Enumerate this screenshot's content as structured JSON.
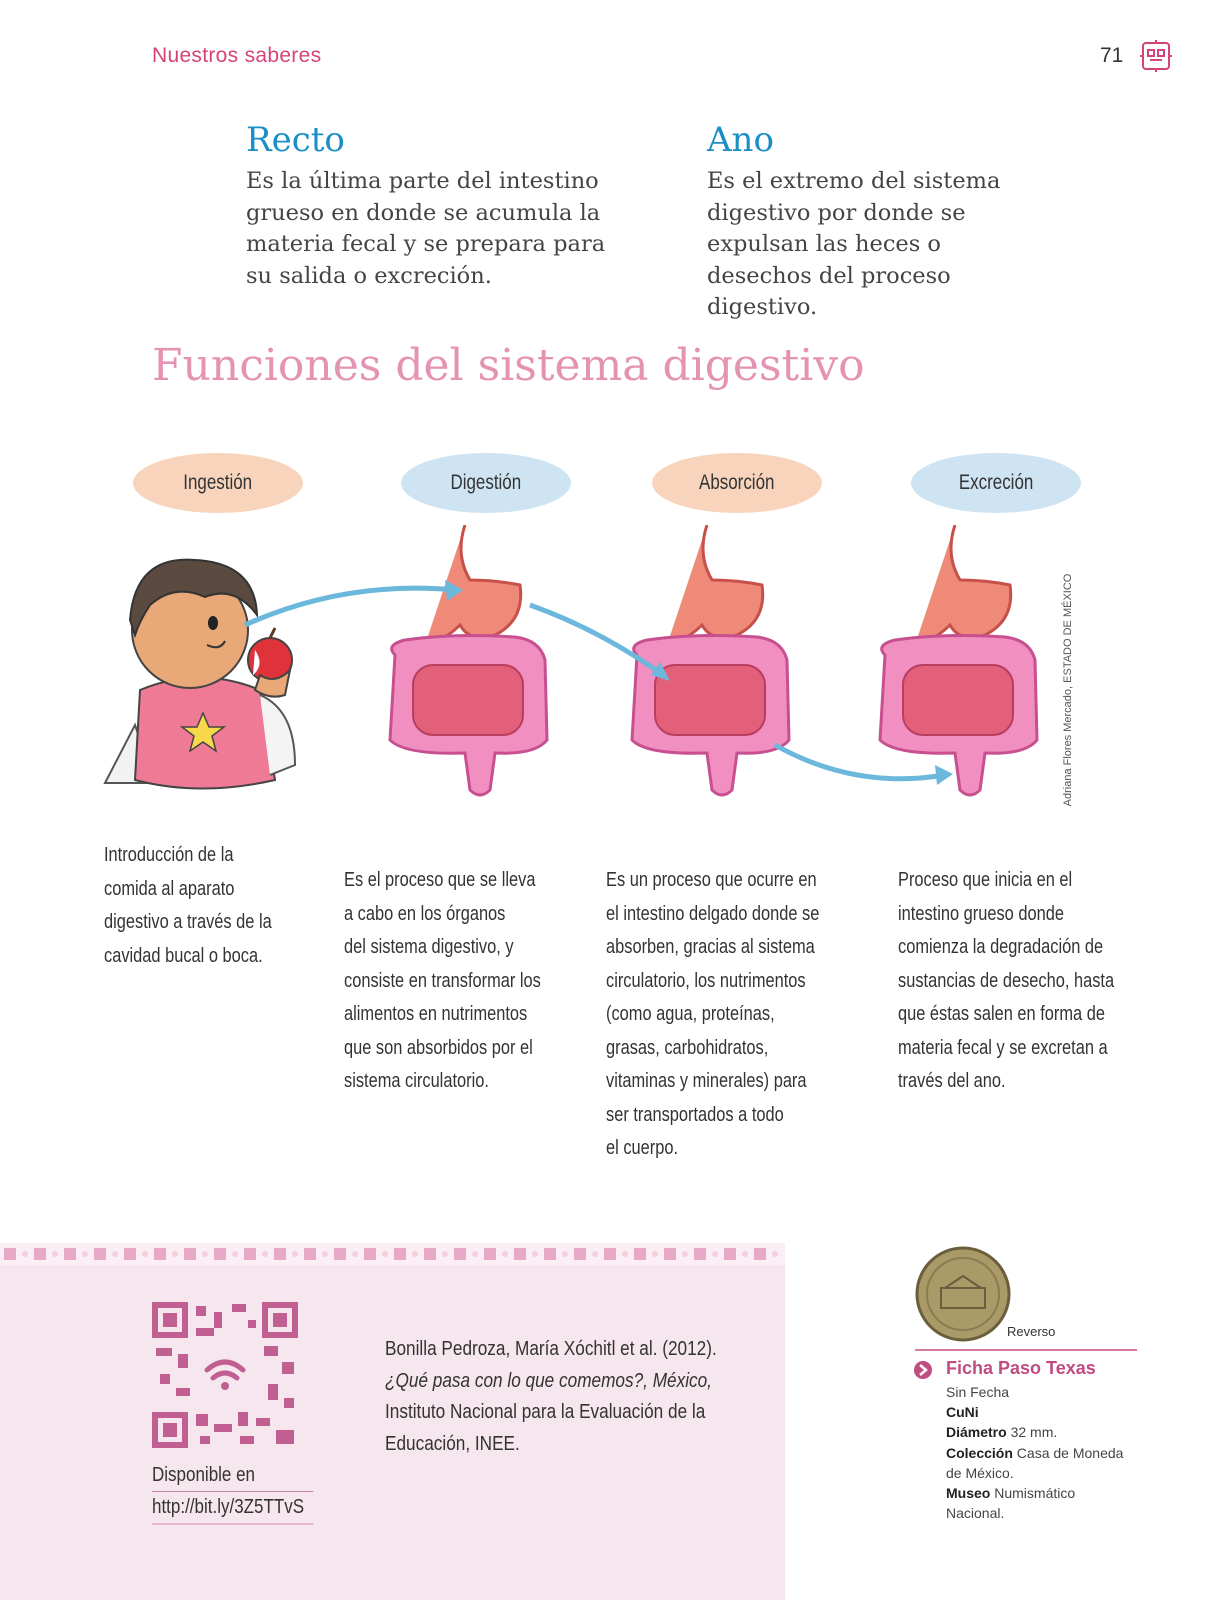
{
  "header": {
    "section": "Nuestros saberes",
    "page_number": "71",
    "ornament_icon": "page-ornament-icon"
  },
  "terms": [
    {
      "title": "Recto",
      "lines": [
        "Es la última parte del intestino",
        "grueso en donde se acumula la",
        "materia fecal y se prepara para",
        "su salida o excreción."
      ]
    },
    {
      "title": "Ano",
      "lines": [
        "Es el extremo del sistema",
        "digestivo por donde se",
        "expulsan las heces o",
        "desechos del proceso",
        "digestivo."
      ]
    }
  ],
  "section_title": "Funciones del sistema digestivo",
  "stages": [
    {
      "label": "Ingestión",
      "color": "#f8d4bc",
      "desc": [
        "Introducción de la",
        "comida al aparato",
        "digestivo a través de la",
        "cavidad bucal o boca."
      ]
    },
    {
      "label": "Digestión",
      "color": "#cfe4f2",
      "desc": [
        "Es el proceso que se lleva",
        "a cabo en los órganos",
        "del sistema digestivo, y",
        "consiste en transformar los",
        "alimentos en nutrimentos",
        "que son absorbidos por el",
        "sistema circulatorio."
      ]
    },
    {
      "label": "Absorción",
      "color": "#f8d4bc",
      "desc": [
        "Es un proceso que ocurre en",
        "el intestino delgado donde se",
        "absorben, gracias al sistema",
        "circulatorio, los nutrimentos",
        "(como agua, proteínas,",
        "grasas, carbohidratos,",
        "vitaminas y minerales) para",
        "ser transportados a todo",
        "el cuerpo."
      ]
    },
    {
      "label": "Excreción",
      "color": "#cfe4f2",
      "desc": [
        "Proceso que inicia en el",
        "intestino grueso donde",
        "comienza la degradación de",
        "sustancias de desecho, hasta",
        "que éstas salen en forma de",
        "materia fecal y se excretan a",
        "través del ano."
      ]
    }
  ],
  "illustration_credit": "Adriana Flores Mercado, ESTADO DE MÉXICO",
  "resource": {
    "available_label": "Disponible en",
    "url": "http://bit.ly/3Z5TTvS",
    "reference_lines": [
      "Bonilla Pedroza, María Xóchitl et al. (2012).",
      "¿Qué pasa con lo que comemos?, México,",
      "Instituto Nacional para la Evaluación de la",
      "Educación, INEE."
    ]
  },
  "coin": {
    "side": "Reverso",
    "title": "Ficha Paso Texas",
    "date": "Sin Fecha",
    "metal": "CuNi",
    "diameter_label": "Diámetro",
    "diameter_value": "32 mm.",
    "collection_label": "Colección",
    "collection_value_1": "Casa de Moneda",
    "collection_value_2": "de México.",
    "museum_label": "Museo",
    "museum_value_1": "Numismático",
    "museum_value_2": "Nacional."
  },
  "colors": {
    "accent_pink": "#d6437a",
    "title_blue": "#1a8fc6",
    "section_pink": "#e493b2",
    "panel_pink": "#f6e6ee"
  }
}
